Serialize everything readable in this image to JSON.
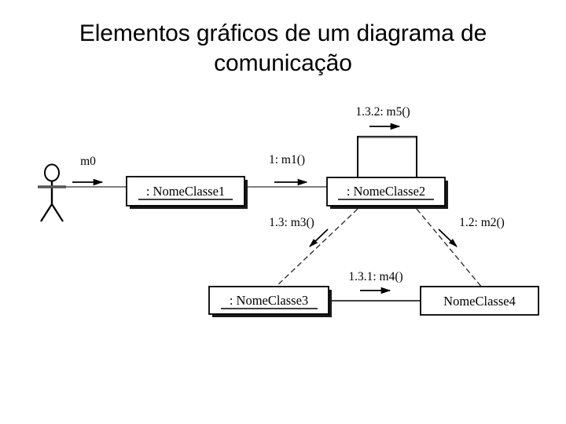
{
  "slide": {
    "title_line1": "Elementos gráficos de um diagrama de",
    "title_line2": "comunicação",
    "background_color": "#ffffff",
    "ink_color": "#000000"
  },
  "diagram": {
    "kind": "uml-communication-diagram",
    "actor": {
      "name": "actor-stick-figure",
      "label": ""
    },
    "lifelines": [
      {
        "id": "class1",
        "label": ": NomeClasse1",
        "is_instance": true,
        "underlined": true,
        "has_shadow": true
      },
      {
        "id": "class2",
        "label": ": NomeClasse2",
        "is_instance": true,
        "underlined": true,
        "has_shadow": true
      },
      {
        "id": "class3",
        "label": ": NomeClasse3",
        "is_instance": true,
        "underlined": true,
        "has_shadow": true
      },
      {
        "id": "class4",
        "label": "NomeClasse4",
        "is_instance": false,
        "underlined": false,
        "has_shadow": false
      }
    ],
    "messages": [
      {
        "id": "m0",
        "label": "m0",
        "from": "actor",
        "to": "class1",
        "link_style": "solid",
        "direction": "right"
      },
      {
        "id": "m1",
        "label": "1: m1()",
        "from": "class1",
        "to": "class2",
        "link_style": "solid",
        "direction": "right"
      },
      {
        "id": "m5",
        "label": "1.3.2: m5()",
        "from": "class2",
        "to": "class2",
        "link_style": "self-loop",
        "direction": "right"
      },
      {
        "id": "m3",
        "label": "1.3: m3()",
        "from": "class2",
        "to": "class3",
        "link_style": "dashed",
        "direction": "down-left"
      },
      {
        "id": "m2",
        "label": "1.2: m2()",
        "from": "class2",
        "to": "class4",
        "link_style": "dashed",
        "direction": "down-right"
      },
      {
        "id": "m4",
        "label": "1.3.1: m4()",
        "from": "class3",
        "to": "class4",
        "link_style": "solid",
        "direction": "right"
      }
    ]
  }
}
